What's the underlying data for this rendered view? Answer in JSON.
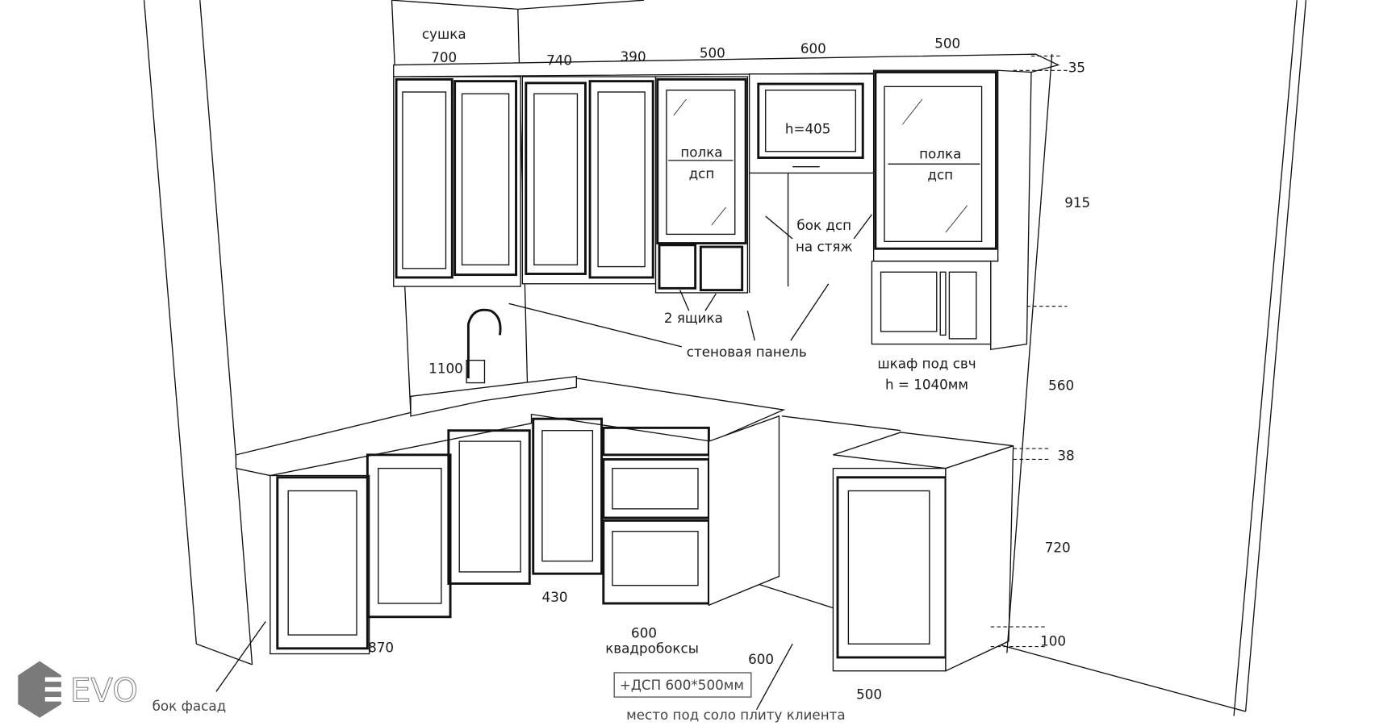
{
  "title": "Kitchen layout sketch",
  "colors": {
    "line": "#111111",
    "logo_grey": "#7a7a7a"
  },
  "logo": {
    "text": "EVO"
  },
  "upper_widths": {
    "dryer_label": "сушка",
    "w1": "700",
    "w2": "740",
    "w3": "390",
    "w4": "500",
    "w5": "600",
    "w6": "500"
  },
  "vertical_dims": {
    "crown": "35",
    "upper": "915",
    "backsplash": "560",
    "countertop": "38",
    "base": "720",
    "plinth": "100"
  },
  "annotations": {
    "hood_height": "h=405",
    "shelf_1": [
      "полка",
      "дсп"
    ],
    "shelf_2": [
      "полка",
      "дсп"
    ],
    "side_panel": [
      "бок дсп",
      "на стяж"
    ],
    "drawers": "2 ящика",
    "wall_panel": "стеновая панель",
    "sink_dim": "1100",
    "mw_cabinet": [
      "шкаф под свч",
      "h = 1040мм"
    ],
    "corner_dim": "430",
    "left_run": "870",
    "drawer_unit": [
      "600",
      "квадробоксы"
    ],
    "stove_gap": "600",
    "extra_board": "+ДСП 600*500мм",
    "stove_place": "место под соло плиту клиента",
    "right_base": "500",
    "side_facade": "бок фасад"
  }
}
